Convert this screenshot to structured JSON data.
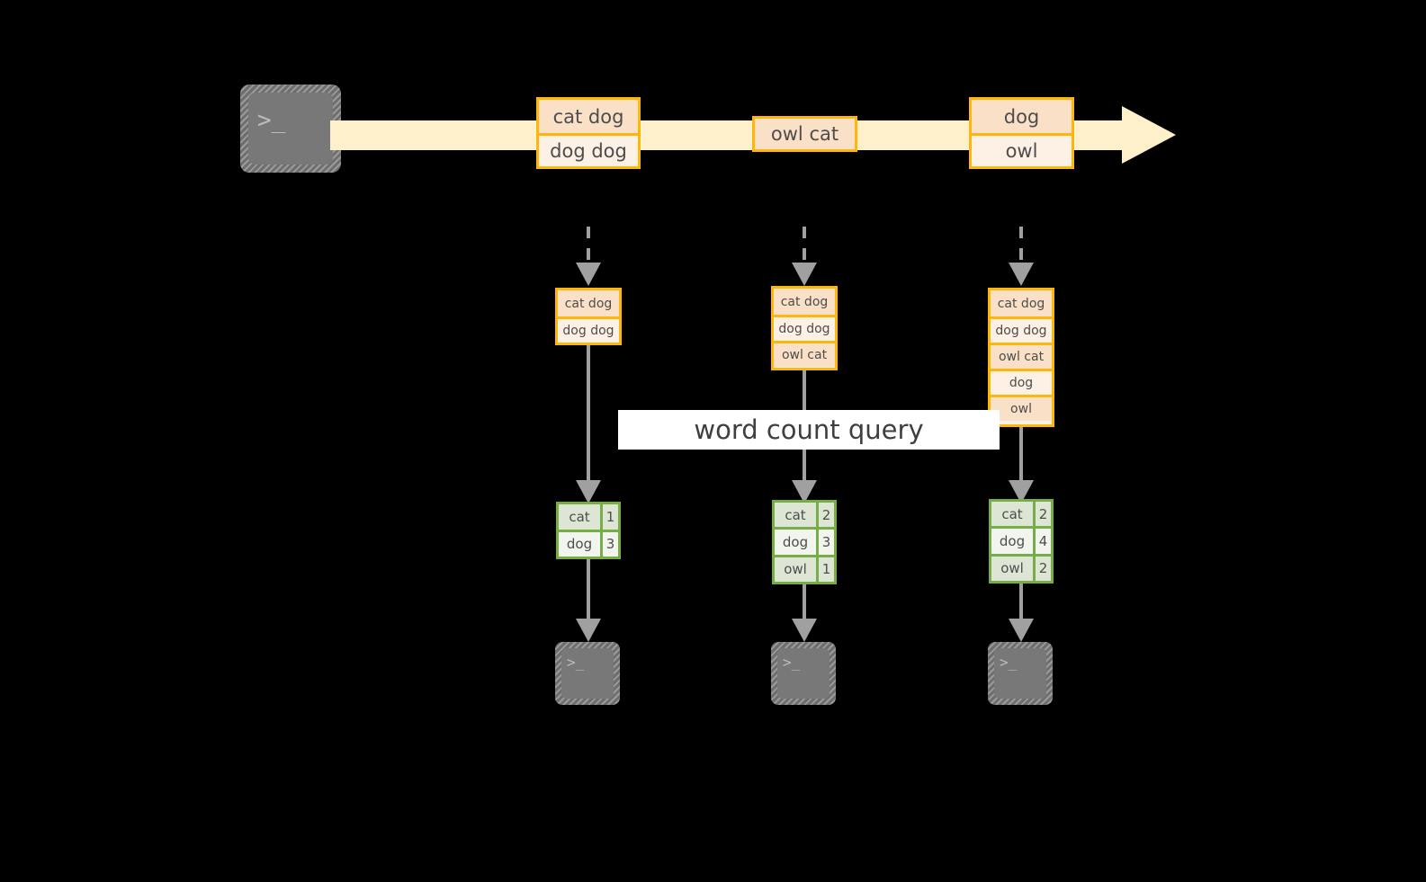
{
  "diagram": {
    "title_label": "word count query",
    "colors": {
      "background": "#000000",
      "stream_fill": "#fdf0cb",
      "record_border": "#ffb60a",
      "record_fill_light": "#fdf0e4",
      "record_fill_dark": "#fbe0c8",
      "table_border": "#76ad46",
      "table_fill_light": "#f1f5ed",
      "table_fill_dark": "#dde6d4",
      "arrow_gray": "#a0a0a0",
      "terminal_body": "#787878",
      "band_fill": "#ffffff",
      "text": "#4d4d4d"
    },
    "source_terminal": {
      "icon": "terminal-prompt-icon",
      "glyph": ">_"
    },
    "stream": {
      "icon": "stream-arrow-icon",
      "records": [
        {
          "id": "stream-record-1",
          "lines": [
            {
              "text": "cat dog",
              "shade": "dark"
            },
            {
              "text": "dog dog",
              "shade": "light"
            }
          ]
        },
        {
          "id": "stream-record-2",
          "lines": [
            {
              "text": "owl cat",
              "shade": "dark"
            }
          ]
        },
        {
          "id": "stream-record-3",
          "lines": [
            {
              "text": "dog",
              "shade": "dark"
            },
            {
              "text": "owl",
              "shade": "light"
            }
          ]
        }
      ]
    },
    "snapshots": [
      {
        "id": "snapshot-1",
        "input_lines": [
          {
            "text": "cat dog",
            "shade": "dark"
          },
          {
            "text": "dog dog",
            "shade": "light"
          }
        ],
        "result_rows": [
          {
            "word": "cat",
            "count": "1",
            "shade": "dark"
          },
          {
            "word": "dog",
            "count": "3",
            "shade": "light"
          }
        ],
        "sink_glyph": ">_"
      },
      {
        "id": "snapshot-2",
        "input_lines": [
          {
            "text": "cat dog",
            "shade": "dark"
          },
          {
            "text": "dog dog",
            "shade": "light"
          },
          {
            "text": "owl cat",
            "shade": "dark"
          }
        ],
        "result_rows": [
          {
            "word": "cat",
            "count": "2",
            "shade": "dark"
          },
          {
            "word": "dog",
            "count": "3",
            "shade": "light"
          },
          {
            "word": "owl",
            "count": "1",
            "shade": "dark"
          }
        ],
        "sink_glyph": ">_"
      },
      {
        "id": "snapshot-3",
        "input_lines": [
          {
            "text": "cat dog",
            "shade": "dark"
          },
          {
            "text": "dog dog",
            "shade": "light"
          },
          {
            "text": "owl cat",
            "shade": "dark"
          },
          {
            "text": "dog",
            "shade": "light"
          },
          {
            "text": "owl",
            "shade": "dark"
          }
        ],
        "result_rows": [
          {
            "word": "cat",
            "count": "2",
            "shade": "dark"
          },
          {
            "word": "dog",
            "count": "4",
            "shade": "light"
          },
          {
            "word": "owl",
            "count": "2",
            "shade": "dark"
          }
        ],
        "sink_glyph": ">_"
      }
    ]
  }
}
